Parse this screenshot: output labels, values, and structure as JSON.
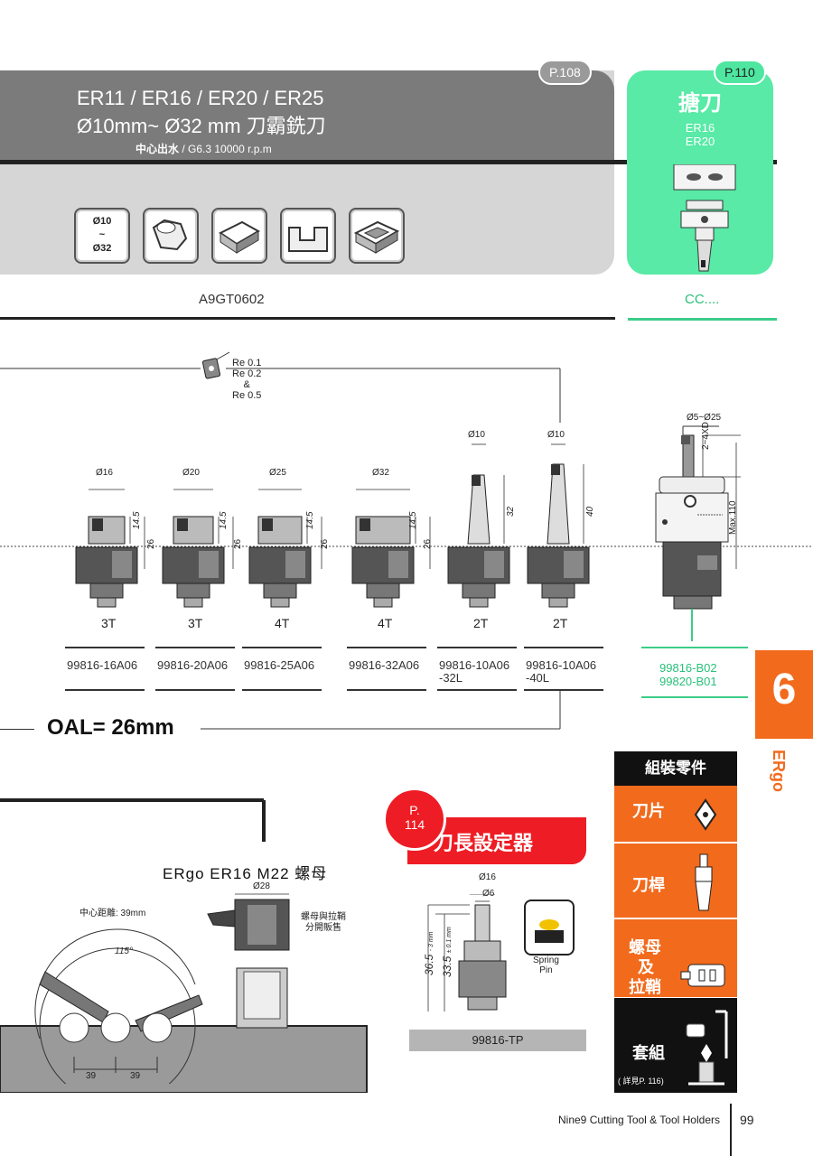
{
  "header": {
    "page_ref_left": "P.108",
    "page_ref_right": "P.110",
    "title_line1": "ER11 / ER16 / ER20 / ER25",
    "title_line2": "Ø10mm~ Ø32 mm 刀霸銑刀",
    "subtitle_bold": "中心出水",
    "subtitle_rest": " /  G6.3 10000 r.p.m",
    "diameter_range": [
      "Ø10",
      "~",
      "Ø32"
    ],
    "icons": [
      "hex-nut-icon",
      "block-face-icon",
      "slot-block-icon",
      "pocket-block-icon"
    ]
  },
  "boring": {
    "title": "搪刀",
    "er16": "ER16",
    "er20": "ER20"
  },
  "codes": {
    "insert_left": "A9GT0602",
    "insert_right": "CC...."
  },
  "insert_radius": [
    "Re 0.1",
    "Re 0.2",
    "&",
    "Re 0.5"
  ],
  "tools": [
    {
      "dia": "Ø16",
      "teeth": "3T",
      "part": [
        "99816-16A06",
        ""
      ],
      "h1": "14.5",
      "h2": "26"
    },
    {
      "dia": "Ø20",
      "teeth": "3T",
      "part": [
        "99816-20A06",
        ""
      ],
      "h1": "14.5",
      "h2": "26"
    },
    {
      "dia": "Ø25",
      "teeth": "4T",
      "part": [
        "99816-25A06",
        ""
      ],
      "h1": "14.5",
      "h2": "26"
    },
    {
      "dia": "Ø32",
      "teeth": "4T",
      "part": [
        "99816-32A06",
        ""
      ],
      "h1": "14.5",
      "h2": "26"
    },
    {
      "dia": "Ø10",
      "teeth": "2T",
      "part": [
        "99816-10A06",
        "-32L"
      ],
      "h1": "32",
      "h2": ""
    },
    {
      "dia": "Ø10",
      "teeth": "2T",
      "part": [
        "99816-10A06",
        "-40L"
      ],
      "h1": "40",
      "h2": ""
    }
  ],
  "boring_head": {
    "range": "Ø5~Ø25",
    "depth": "2~4XD",
    "max": "Max.110",
    "parts": [
      "99816-B02",
      "99820-B01"
    ]
  },
  "oal": "OAL= 26mm",
  "chapter": {
    "number": "6",
    "name": "ERgo"
  },
  "menu": {
    "head": "組裝零件",
    "items": [
      "刀片",
      "刀桿",
      "螺母",
      "及",
      "拉鞘",
      "套組"
    ],
    "set_note": "( 詳見P. 116)"
  },
  "nut": {
    "title": "ERgo ER16 M22 螺母",
    "dia": "Ø28",
    "sold_note": [
      "螺母與拉鞘",
      "分開販售"
    ],
    "center_label": "中心距離: 39mm",
    "angle": "115°",
    "spacing": [
      "39",
      "39"
    ]
  },
  "tool_length_setter": {
    "ref": [
      "P.",
      "114"
    ],
    "title": "刀長設定器",
    "d1": "Ø16",
    "d2": "Ø6",
    "len1": "36.5",
    "len1_tol": "- 3 mm",
    "len2": "33.5",
    "len2_tol": "± 0.1 mm",
    "spring_pin": [
      "Spring",
      "Pin"
    ],
    "part": "99816-TP"
  },
  "footer": {
    "text": "Nine9 Cutting Tool & Tool Holders",
    "page": "99"
  },
  "colors": {
    "accent": "#f26a1c",
    "green": "#58eaa6",
    "red": "#ee1c24",
    "grey": "#7b7b7b"
  }
}
